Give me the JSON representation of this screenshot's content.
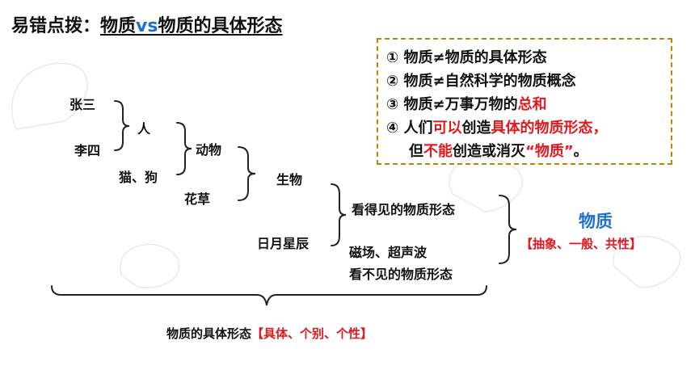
{
  "title": {
    "prefix": "易错点拨：",
    "part1": "物质",
    "vs": "vs",
    "part2": "物质的具体形态"
  },
  "box_lines": [
    {
      "num": "①",
      "segments": [
        {
          "text": "物质≠物质的具体形态",
          "color": "black"
        }
      ]
    },
    {
      "num": "②",
      "segments": [
        {
          "text": "物质≠自然科学的物质概念",
          "color": "black"
        }
      ]
    },
    {
      "num": "③",
      "segments": [
        {
          "text": "物质≠万事万物的",
          "color": "black"
        },
        {
          "text": "总和",
          "color": "red"
        }
      ]
    },
    {
      "num": "④",
      "segments": [
        {
          "text": "人们",
          "color": "black"
        },
        {
          "text": "可以",
          "color": "red"
        },
        {
          "text": "创造",
          "color": "black"
        },
        {
          "text": "具体的物质形态，",
          "color": "red"
        }
      ]
    },
    {
      "num": "",
      "segments": [
        {
          "text": "但",
          "color": "black"
        },
        {
          "text": "不能",
          "color": "red"
        },
        {
          "text": "创造或消灭",
          "color": "black"
        },
        {
          "text": "“物质”",
          "color": "red"
        },
        {
          "text": "。",
          "color": "black"
        }
      ]
    }
  ],
  "tree": {
    "zhangsan": "张三",
    "lisi": "李四",
    "ren": "人",
    "maogou": "猫、狗",
    "dongwu": "动物",
    "huacao": "花草",
    "shengwu": "生物",
    "riyuexingchen": "日月星辰",
    "visible": "看得见的物质形态",
    "cichang": "磁场、超声波",
    "invisible": "看不见的物质形态"
  },
  "matter": {
    "label": "物质",
    "bracket_left": "【",
    "attrs": "抽象、一般、共性",
    "bracket_right": "】"
  },
  "bottom": {
    "label": "物质的具体形态",
    "bracket_left": "【",
    "attrs": "具体、个别、个性",
    "bracket_right": "】"
  },
  "colors": {
    "accent_blue": "#1f6fd1",
    "accent_red": "#e0191f",
    "box_border": "#b8860b"
  }
}
